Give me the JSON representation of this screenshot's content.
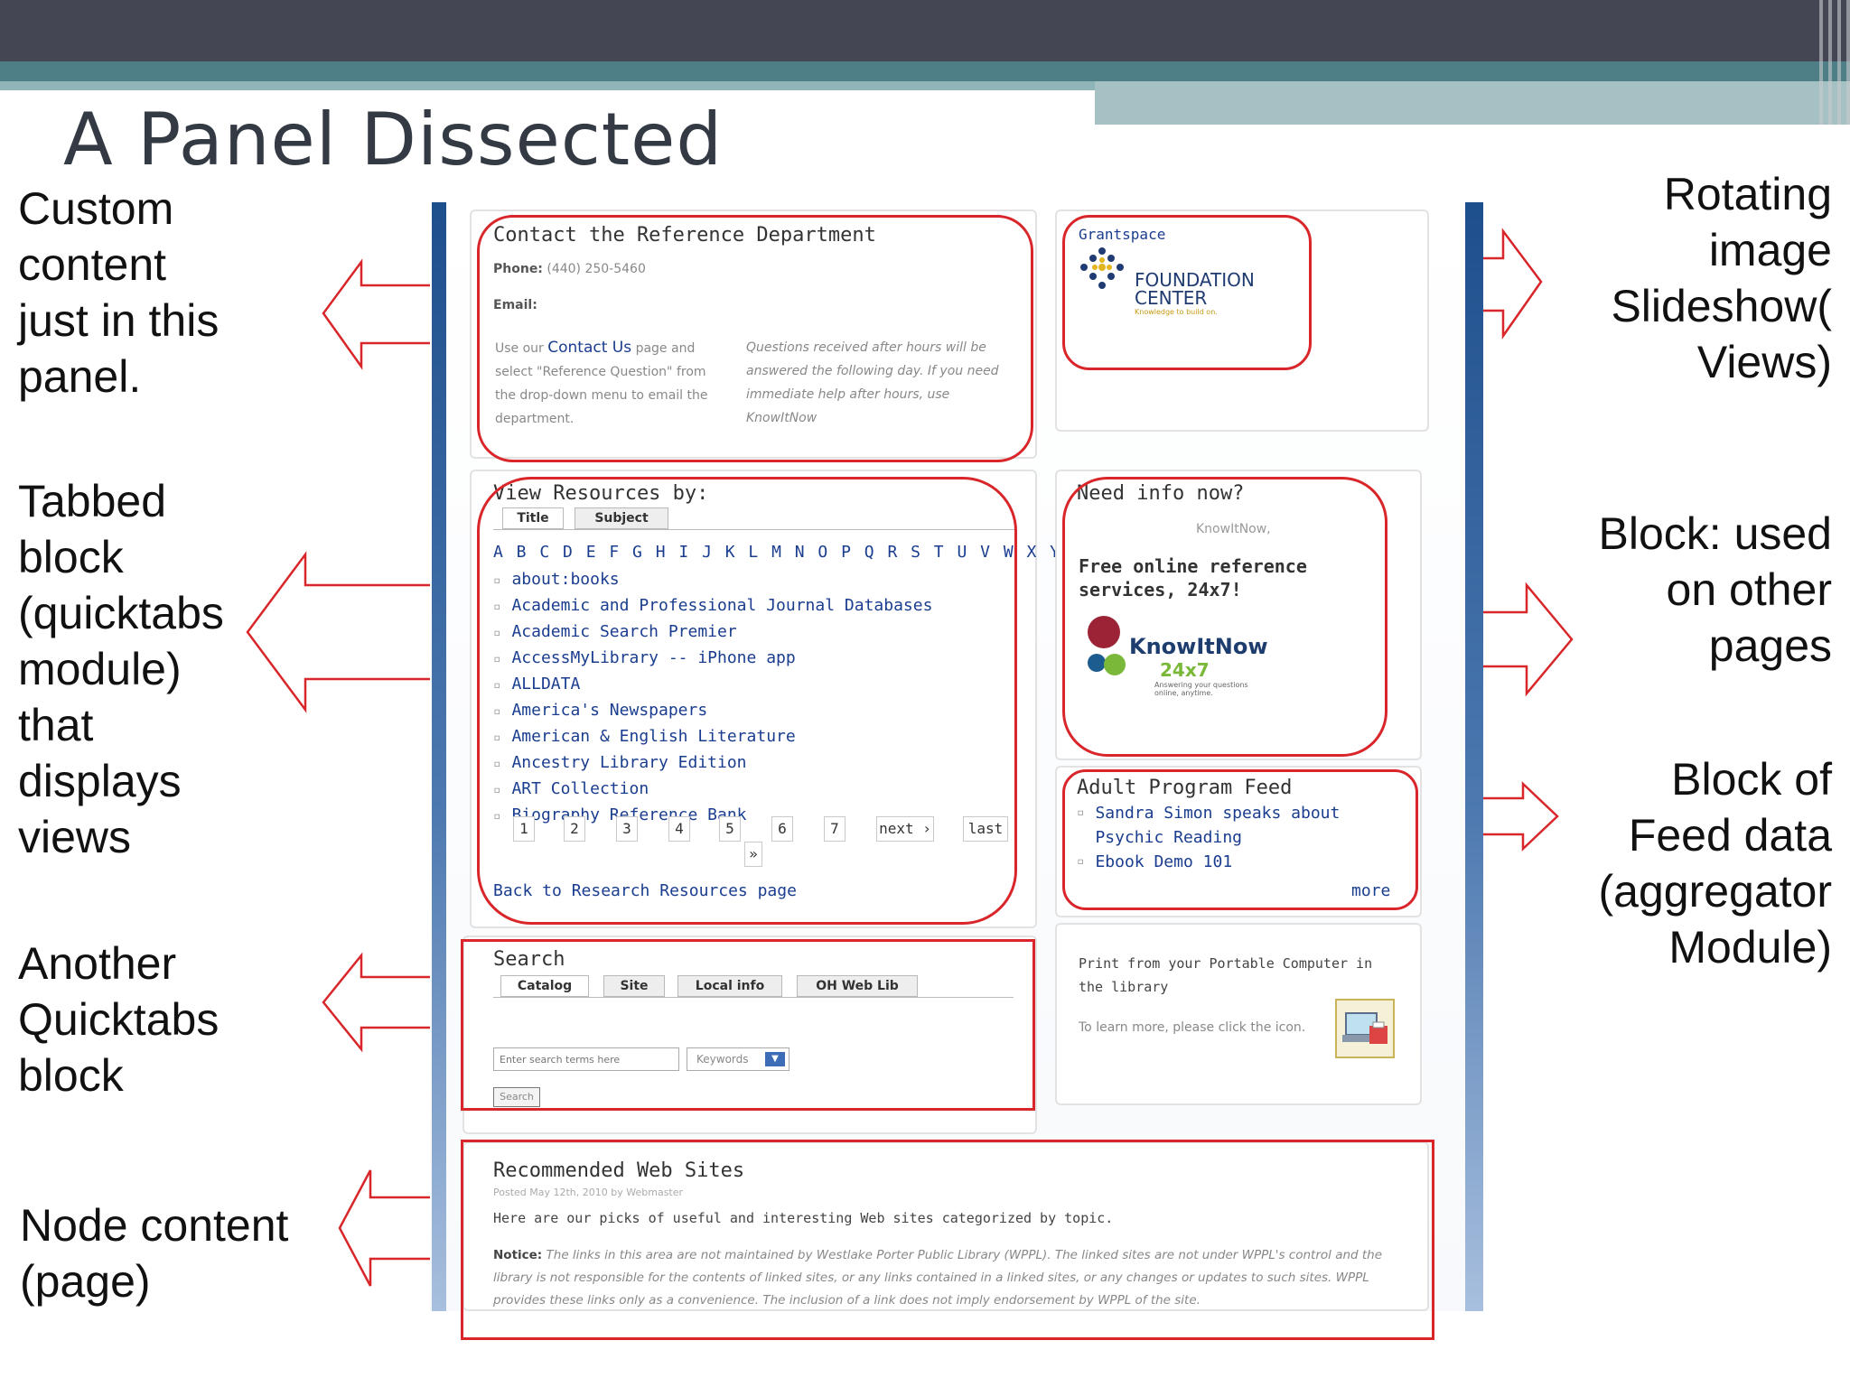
{
  "slide": {
    "title": "A Panel Dissected"
  },
  "annotations": {
    "custom_content": [
      "Custom",
      "content",
      "just in this",
      "panel."
    ],
    "tabbed_block": [
      "Tabbed",
      "block",
      "(quicktabs",
      "module)",
      "that",
      "displays",
      "views"
    ],
    "another_quicktabs": [
      "Another",
      "Quicktabs",
      "block"
    ],
    "node_content": [
      "Node content",
      "(page)"
    ],
    "rotating_slideshow": [
      "Rotating",
      "image",
      "Slideshow(",
      "Views)"
    ],
    "block_other_pages": [
      "Block: used",
      "on other",
      "pages"
    ],
    "feed_block": [
      "Block of",
      "Feed data",
      "(aggregator",
      "Module)"
    ]
  },
  "contact": {
    "title": "Contact the Reference Department",
    "phone_label": "Phone:",
    "phone_value": "(440) 250-5460",
    "email_label": "Email:",
    "left_text_pre": "Use our",
    "contact_link": "Contact Us",
    "left_text_post": "page and select \"Reference Question\" from the drop-down menu to email the department.",
    "right_text": "Questions received after hours will be answered the following day. If you need immediate help after hours, use KnowItNow"
  },
  "grantspace": {
    "title": "Grantspace",
    "logo_line1": "FOUNDATION",
    "logo_line2": "CENTER",
    "logo_tagline": "Knowledge to build on."
  },
  "resources": {
    "title": "View Resources by:",
    "tabs": [
      "Title",
      "Subject"
    ],
    "letters": "A B C D E F G H I J K L M N O P Q R S T U V W X Y Z",
    "items": [
      "about:books",
      "Academic and Professional Journal Databases",
      "Academic Search Premier",
      "AccessMyLibrary -- iPhone app",
      "ALLDATA",
      "America's Newspapers",
      "American & English Literature",
      "Ancestry Library Edition",
      "ART Collection",
      "Biography Reference Bank"
    ],
    "pager": [
      "1",
      "2",
      "3",
      "4",
      "5",
      "6",
      "7",
      "next ›",
      "last",
      "»"
    ],
    "back_link": "Back to Research Resources page"
  },
  "need_info": {
    "title": "Need info now?",
    "sub": "KnowItNow,",
    "headline": "Free online reference services, 24x7!",
    "logo_name": "KnowItNow",
    "logo_247": "24x7",
    "logo_tag": "Answering your questions online, anytime."
  },
  "feed": {
    "title": "Adult Program Feed",
    "items": [
      "Sandra Simon speaks about Psychic Reading",
      "Ebook Demo 101"
    ],
    "more": "more"
  },
  "search": {
    "title": "Search",
    "tabs": [
      "Catalog",
      "Site",
      "Local info",
      "OH Web Lib"
    ],
    "placeholder": "Enter search terms here",
    "select_value": "Keywords",
    "button": "Search"
  },
  "print": {
    "title": "Print from your Portable Computer in the library",
    "body": "To learn more, please click the icon."
  },
  "recommended": {
    "title": "Recommended Web Sites",
    "posted": "Posted May 12th, 2010 by Webmaster",
    "intro": "Here are our picks of useful and interesting Web sites categorized by topic.",
    "notice_label": "Notice:",
    "notice_text": "The links in this area are not maintained by Westlake Porter Public Library (WPPL). The linked sites are not under WPPL's control and the library is not responsible for the contents of linked sites, or any links contained in a linked sites, or any changes or updates to such sites. WPPL provides these links only as a convenience. The inclusion of a link does not imply endorsement by WPPL of the site."
  },
  "colors": {
    "accent_red": "#d8262a",
    "link_blue": "#1a3d8f",
    "header_dark": "#444654",
    "header_teal": "#4e7f86"
  }
}
